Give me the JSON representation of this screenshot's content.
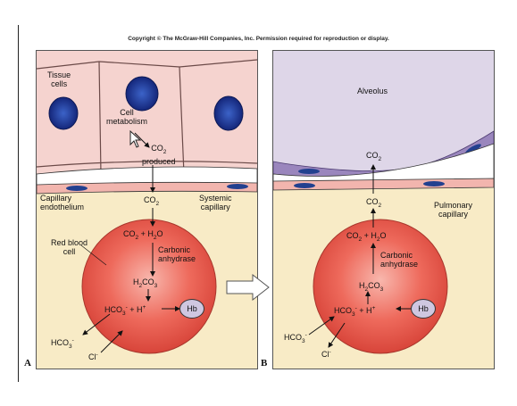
{
  "copyright": "Copyright © The McGraw-Hill Companies, Inc. Permission required for reproduction or display.",
  "panel_a": {
    "letter": "A",
    "tissue_cells": [
      "Tissue",
      "cells"
    ],
    "cell_metabolism": [
      "Cell",
      "metabolism"
    ],
    "co2_produced": [
      "CO",
      "2",
      "produced"
    ],
    "capillary_endothelium": [
      "Capillary",
      "endothelium"
    ],
    "co2": [
      "CO",
      "2"
    ],
    "systemic_capillary": [
      "Systemic",
      "capillary"
    ],
    "red_blood_cell": [
      "Red blood",
      "cell"
    ],
    "reaction_top": [
      "CO",
      "2",
      " + H",
      "2",
      "O"
    ],
    "carbonic_anhydrase": [
      "Carbonic",
      "anhydrase"
    ],
    "h2co3": [
      "H",
      "2",
      "CO",
      "3"
    ],
    "hco3_h": [
      "HCO",
      "3",
      "-",
      " + H",
      "+"
    ],
    "hb": "Hb",
    "hco3_out": [
      "HCO",
      "3",
      "-"
    ],
    "cl": [
      "Cl",
      "-"
    ]
  },
  "panel_b": {
    "letter": "B",
    "alveolus": "Alveolus",
    "co2_top": [
      "CO",
      "2"
    ],
    "co2_mid": [
      "CO",
      "2"
    ],
    "pulmonary_capillary": [
      "Pulmonary",
      "capillary"
    ],
    "reaction_top": [
      "CO",
      "2",
      " + H",
      "2",
      "O"
    ],
    "carbonic_anhydrase": [
      "Carbonic",
      "anhydrase"
    ],
    "h2co3": [
      "H",
      "2",
      "CO",
      "3"
    ],
    "hco3_h": [
      "HCO",
      "3",
      "-",
      " + H",
      "+"
    ],
    "hb": "Hb",
    "hco3_in": [
      "HCO",
      "3",
      "-"
    ],
    "cl": [
      "Cl",
      "-"
    ]
  },
  "colors": {
    "tissue": "#f5d3cf",
    "nucleus": "#1f3a9a",
    "plasma": "#f8ebc6",
    "rbc": "#ec5a4c",
    "alveolus": "#ded6e8",
    "alveolus_wall": "#8c78b0"
  }
}
